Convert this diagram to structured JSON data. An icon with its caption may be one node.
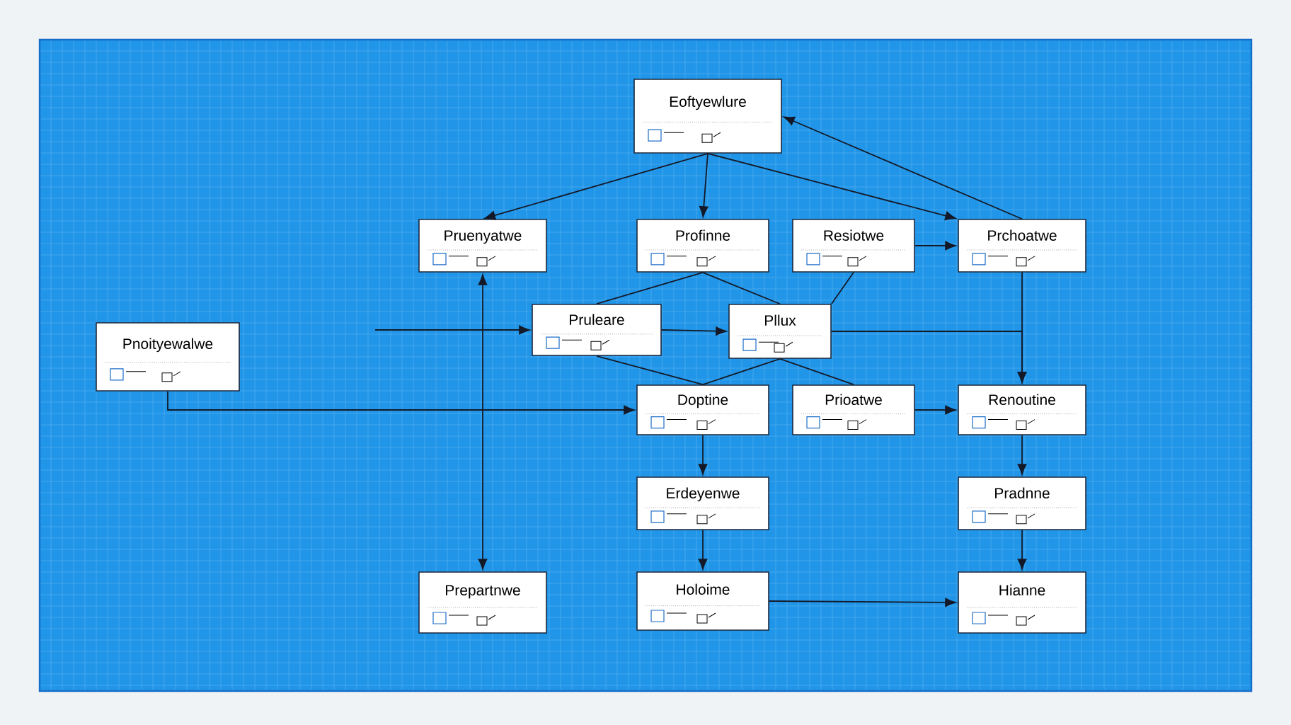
{
  "diagram": {
    "nodes": [
      {
        "text": [
          "Eoftyewlure"
        ]
      },
      {
        "text": [
          "Pruenyatwe"
        ]
      },
      {
        "text": [
          "Profinne"
        ]
      },
      {
        "text": [
          "Resiotwe"
        ]
      },
      {
        "text": [
          "Prchoatwe"
        ]
      },
      {
        "text": [
          "Pnoityewalwe"
        ]
      },
      {
        "text": [
          "Pruleare"
        ]
      },
      {
        "text": [
          "Pllux"
        ]
      },
      {
        "text": [
          "Doptine"
        ]
      },
      {
        "text": [
          "Prioatwe"
        ]
      },
      {
        "text": [
          "Renoutine"
        ]
      },
      {
        "text": [
          "Erdeyenwe"
        ]
      },
      {
        "text": [
          "Pradnne"
        ]
      },
      {
        "text": [
          "Prepartnwe"
        ]
      },
      {
        "text": [
          "Holoime"
        ]
      },
      {
        "text": [
          "Hianne"
        ]
      }
    ],
    "edges": [
      {
        "from": 0,
        "to": 1,
        "arrow": "to"
      },
      {
        "from": 0,
        "to": 2,
        "arrow": "to"
      },
      {
        "from": 0,
        "to": 4,
        "arrow": "to"
      },
      {
        "from": 4,
        "to": 0,
        "arrow": "to"
      },
      {
        "from": 3,
        "to": 4,
        "arrow": "to"
      },
      {
        "from": 1,
        "to": 13,
        "arrow": "both"
      },
      {
        "from": 2,
        "to": 6,
        "arrow": "none"
      },
      {
        "from": 2,
        "to": 7,
        "arrow": "none"
      },
      {
        "from": 3,
        "to": 7,
        "arrow": "none"
      },
      {
        "from": null,
        "to": 6,
        "arrow": "to"
      },
      {
        "from": 6,
        "to": 7,
        "arrow": "to"
      },
      {
        "from": 4,
        "to": 10,
        "arrow": "to"
      },
      {
        "from": 7,
        "to": 10,
        "arrow": "to"
      },
      {
        "from": 6,
        "to": 8,
        "arrow": "none"
      },
      {
        "from": 7,
        "to": 8,
        "arrow": "none"
      },
      {
        "from": 7,
        "to": 9,
        "arrow": "none"
      },
      {
        "from": 5,
        "to": 8,
        "arrow": "to"
      },
      {
        "from": 9,
        "to": 10,
        "arrow": "to"
      },
      {
        "from": 8,
        "to": 11,
        "arrow": "to"
      },
      {
        "from": 11,
        "to": 14,
        "arrow": "to"
      },
      {
        "from": 10,
        "to": 12,
        "arrow": "to"
      },
      {
        "from": 12,
        "to": 15,
        "arrow": "to"
      },
      {
        "from": 14,
        "to": 15,
        "arrow": "to"
      }
    ]
  }
}
